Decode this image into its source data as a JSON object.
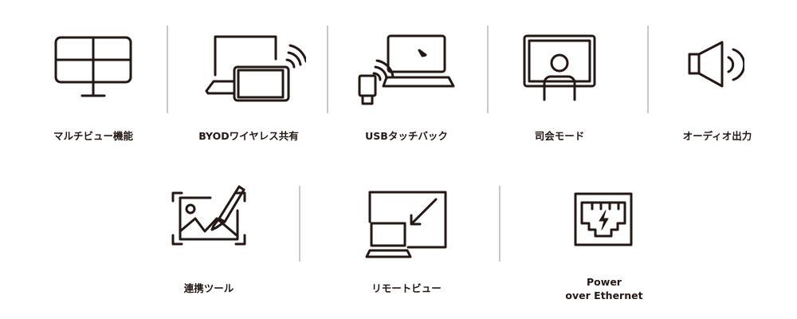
{
  "features": [
    {
      "label": "マルチビュー機能",
      "icon": "multiview-monitor-icon"
    },
    {
      "label": "BYODワイヤレス共有",
      "icon": "laptop-tablet-wireless-icon"
    },
    {
      "label": "USBタッチバック",
      "icon": "usb-laptop-icon"
    },
    {
      "label": "司会モード",
      "icon": "presenter-screen-icon"
    },
    {
      "label": "オーディオ出力",
      "icon": "speaker-icon"
    },
    {
      "label": "連携ツール",
      "icon": "image-pen-icon"
    },
    {
      "label": "リモートビュー",
      "icon": "remote-view-icon"
    },
    {
      "label_line1": "Power",
      "label_line2": "over Ethernet",
      "icon": "ethernet-power-icon"
    }
  ],
  "colors": {
    "icon": "#231815",
    "divider": "#c8c8c8"
  }
}
